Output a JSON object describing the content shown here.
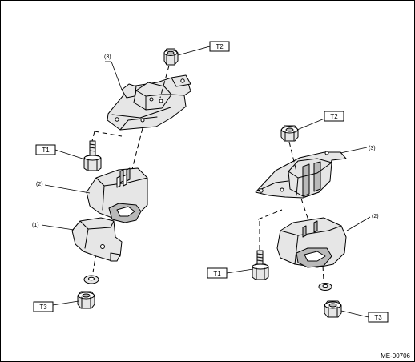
{
  "figure_code": "ME-00706",
  "left_view": {
    "callouts": [
      "(3)",
      "(2)",
      "(1)"
    ],
    "torques": [
      "T2",
      "T1",
      "T3"
    ]
  },
  "right_view": {
    "callouts": [
      "(3)",
      "(2)"
    ],
    "torques": [
      "T2",
      "T1",
      "T3"
    ]
  }
}
